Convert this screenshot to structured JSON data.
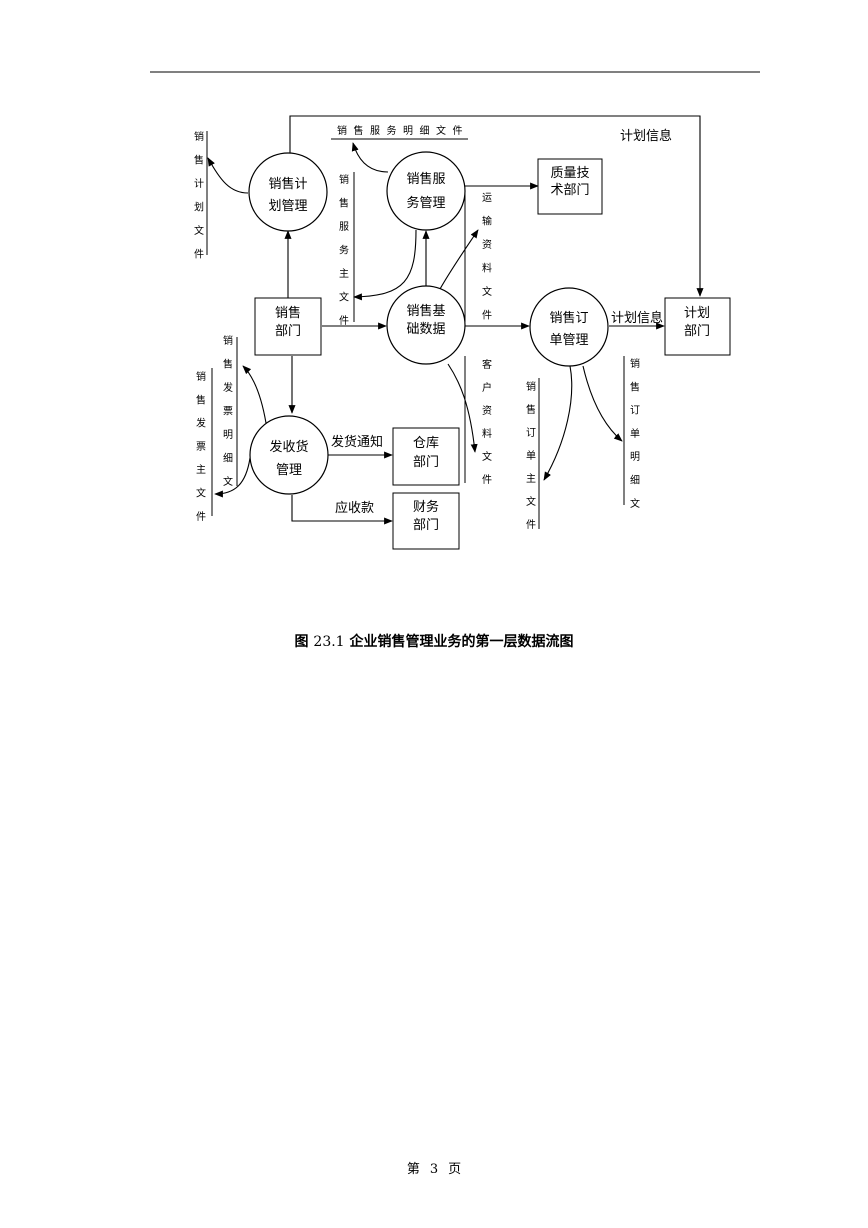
{
  "processes": {
    "plan_mgmt": [
      "销售计",
      "划管理"
    ],
    "service_mgmt": [
      "销售服",
      "务管理"
    ],
    "base_data": [
      "销售基",
      "础数据"
    ],
    "order_mgmt": [
      "销售订",
      "单管理"
    ],
    "shipping_mgmt": [
      "发收货",
      "管理"
    ]
  },
  "entities": {
    "quality_dept": [
      "质量技",
      "术部门"
    ],
    "sales_dept": [
      "销售",
      "部门"
    ],
    "planning_dept": [
      "计划",
      "部门"
    ],
    "warehouse_dept": [
      "仓库",
      "部门"
    ],
    "finance_dept": [
      "财务",
      "部门"
    ]
  },
  "flows": {
    "plan_info_top": "计划信息",
    "plan_info_right": "计划信息",
    "ship_notice": "发货通知",
    "receivables": "应收款"
  },
  "data_stores": {
    "service_detail_file": "销售服务明细文件",
    "plan_file": "销售计划文件",
    "service_master_file": "销售服务主文件",
    "transport_file": "运输资料文件",
    "customer_file": "客户资料文件",
    "invoice_detail_file": "销售发票明细文",
    "invoice_master_file": "销售发票主文件",
    "order_master_file": "销售订单主文件",
    "order_detail_file": "销售订单明细文"
  },
  "caption": {
    "prefix": "图",
    "number": "23.1",
    "text": "企业销售管理业务的第一层数据流图"
  },
  "footer": {
    "prefix": "第",
    "page": "3",
    "suffix": "页"
  }
}
